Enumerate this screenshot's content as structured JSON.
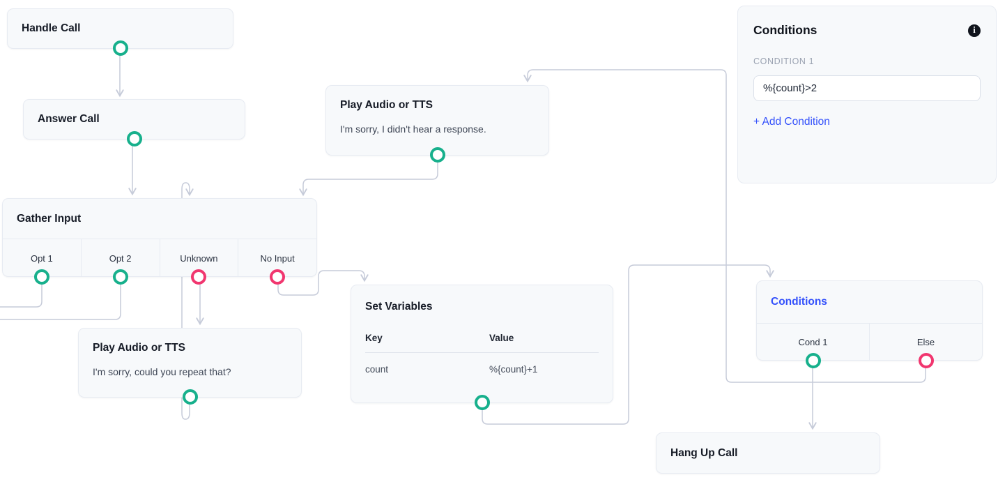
{
  "colors": {
    "teal": "#17b08c",
    "pink": "#f1366f",
    "blue": "#3451fb",
    "connector": "#c6cbd9",
    "node_bg": "#f7f9fb",
    "node_border": "#e7ebf2"
  },
  "nodes": {
    "handle_call": {
      "title": "Handle Call"
    },
    "answer_call": {
      "title": "Answer Call"
    },
    "play_tts_no_response": {
      "title": "Play Audio or TTS",
      "body": "I'm sorry, I didn't hear a response."
    },
    "gather_input": {
      "title": "Gather Input",
      "branches": {
        "opt1": "Opt 1",
        "opt2": "Opt 2",
        "unknown": "Unknown",
        "no_input": "No Input"
      }
    },
    "play_tts_repeat": {
      "title": "Play Audio or TTS",
      "body": "I'm sorry, could you repeat that?"
    },
    "set_variables": {
      "title": "Set Variables",
      "key_header": "Key",
      "value_header": "Value",
      "rows": [
        {
          "key": "count",
          "value": "%{count}+1"
        }
      ]
    },
    "conditions": {
      "title": "Conditions",
      "branches": {
        "cond1": "Cond 1",
        "else": "Else"
      }
    },
    "hang_up": {
      "title": "Hang Up Call"
    }
  },
  "panel": {
    "title": "Conditions",
    "info_icon": "i",
    "section_label": "CONDITION 1",
    "condition_value": "%{count}>2",
    "add_condition_label": "+ Add Condition"
  }
}
